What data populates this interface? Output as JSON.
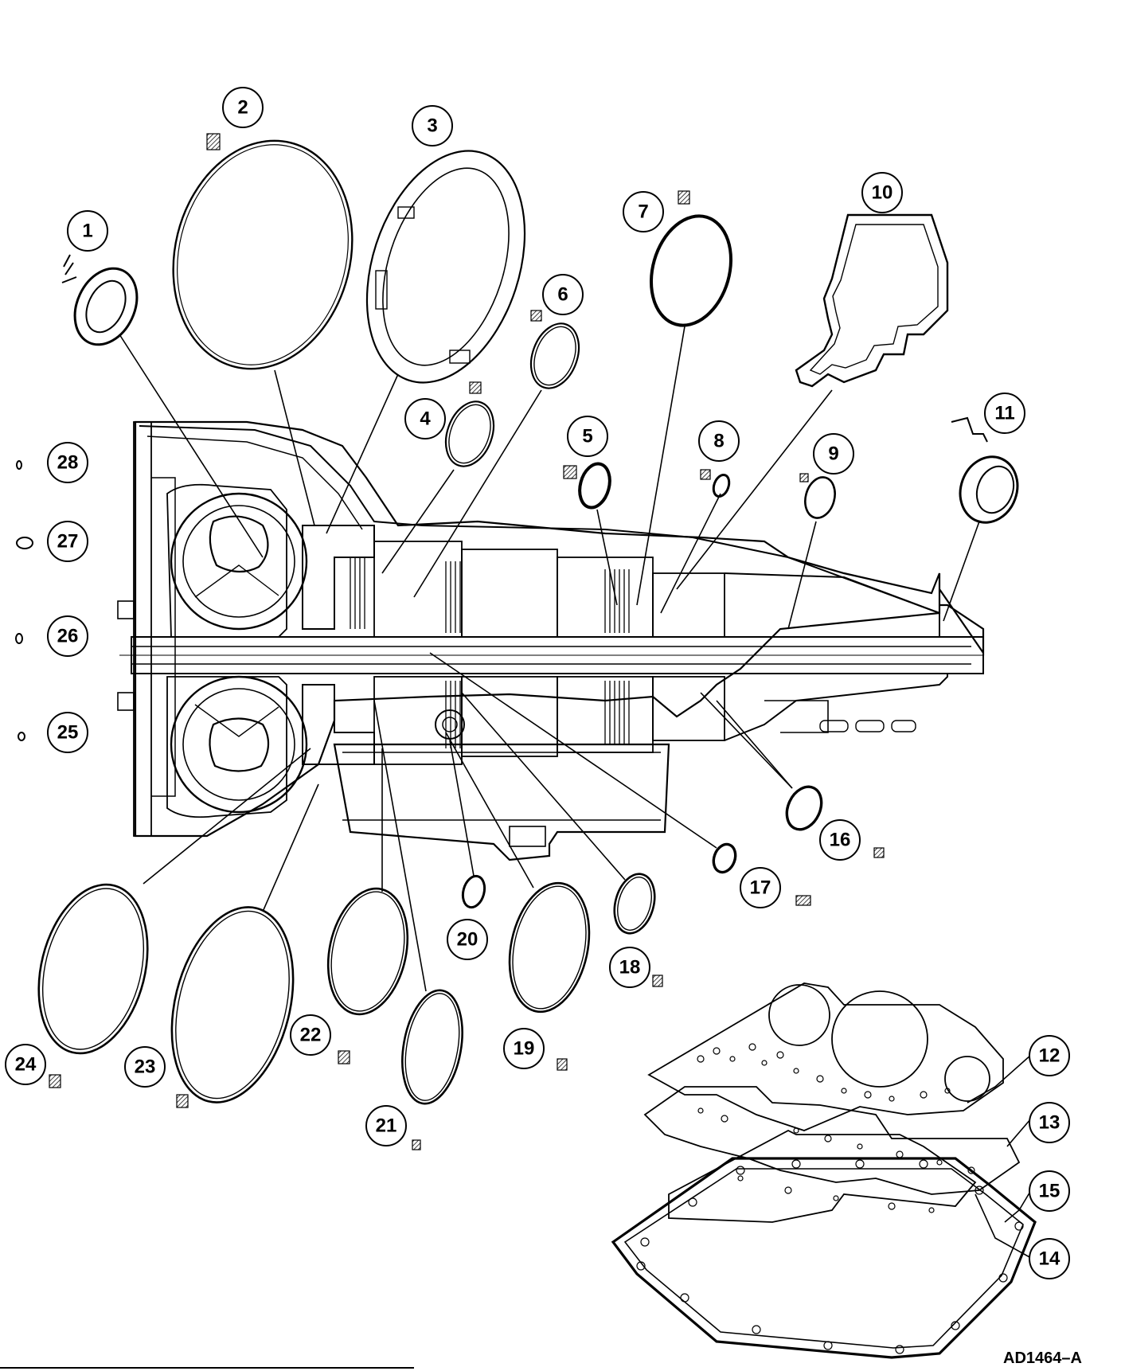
{
  "reference_code": "AD1464–A",
  "callouts": [
    {
      "id": "1",
      "label": "1"
    },
    {
      "id": "2",
      "label": "2"
    },
    {
      "id": "3",
      "label": "3"
    },
    {
      "id": "4",
      "label": "4"
    },
    {
      "id": "5",
      "label": "5"
    },
    {
      "id": "6",
      "label": "6"
    },
    {
      "id": "7",
      "label": "7"
    },
    {
      "id": "8",
      "label": "8"
    },
    {
      "id": "9",
      "label": "9"
    },
    {
      "id": "10",
      "label": "10"
    },
    {
      "id": "11",
      "label": "11"
    },
    {
      "id": "12",
      "label": "12"
    },
    {
      "id": "13",
      "label": "13"
    },
    {
      "id": "14",
      "label": "14"
    },
    {
      "id": "15",
      "label": "15"
    },
    {
      "id": "16",
      "label": "16"
    },
    {
      "id": "17",
      "label": "17"
    },
    {
      "id": "18",
      "label": "18"
    },
    {
      "id": "19",
      "label": "19"
    },
    {
      "id": "20",
      "label": "20"
    },
    {
      "id": "21",
      "label": "21"
    },
    {
      "id": "22",
      "label": "22"
    },
    {
      "id": "23",
      "label": "23"
    },
    {
      "id": "24",
      "label": "24"
    },
    {
      "id": "25",
      "label": "25"
    },
    {
      "id": "26",
      "label": "26"
    },
    {
      "id": "27",
      "label": "27"
    },
    {
      "id": "28",
      "label": "28"
    }
  ],
  "colors": {
    "ink": "#000000",
    "paper": "#ffffff"
  }
}
